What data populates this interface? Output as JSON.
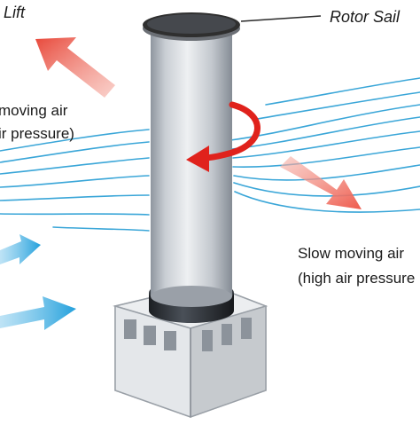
{
  "labels": {
    "lift": "Lift",
    "rotor_sail": "Rotor Sail",
    "fast_air_line1": "moving air",
    "fast_air_line2": "ir pressure)",
    "slow_air_line1": "Slow moving air",
    "slow_air_line2": "(high air pressure"
  },
  "colors": {
    "airflow": "#3aa6d8",
    "rotation_arrow": "#e0221c",
    "force_arrow": "#ee5a4c",
    "cylinder": "#c7ccd3",
    "cap": "#2f2f2f",
    "base": "#dcdfe3"
  },
  "icons": {
    "lift_arrow": "lift-arrow-icon",
    "rotation_arrow": "rotation-arrow-icon",
    "pressure_arrow": "pressure-arrow-icon",
    "wind_arrows": "wind-arrow-icon"
  }
}
